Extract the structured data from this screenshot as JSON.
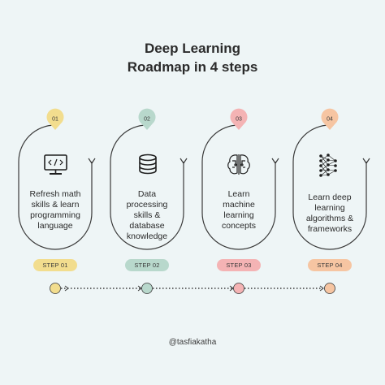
{
  "title": {
    "line1": "Deep Learning",
    "line2": "Roadmap in 4 steps"
  },
  "steps": [
    {
      "number": "01",
      "lines": [
        "Refresh math",
        "skills & learn",
        "programming",
        "language"
      ],
      "step_label": "STEP 01",
      "icon": "code-monitor-icon",
      "color": "#f2dd8e"
    },
    {
      "number": "02",
      "lines": [
        "Data",
        "processing",
        "skills &",
        "database",
        "knowledge"
      ],
      "step_label": "STEP 02",
      "icon": "database-icon",
      "color": "#b8d8cc"
    },
    {
      "number": "03",
      "lines": [
        "Learn",
        "machine",
        "learning",
        "concepts"
      ],
      "step_label": "STEP 03",
      "icon": "brain-circuit-icon",
      "color": "#f4b3b4"
    },
    {
      "number": "04",
      "lines": [
        "Learn deep",
        "learning",
        "algorithms &",
        "frameworks"
      ],
      "step_label": "STEP 04",
      "icon": "neural-network-icon",
      "color": "#f6c5a2"
    }
  ],
  "footer": {
    "handle": "@tasfiakatha"
  }
}
